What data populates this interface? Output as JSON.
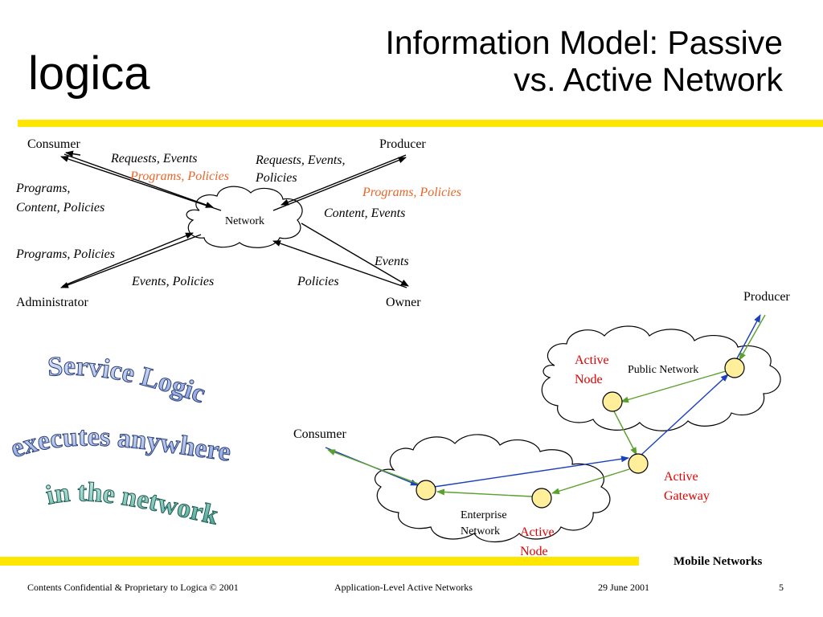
{
  "header": {
    "logo": "logica",
    "title_line1": "Information Model: Passive",
    "title_line2": "vs. Active Network"
  },
  "top_diagram": {
    "consumer": "Consumer",
    "producer": "Producer",
    "administrator": "Administrator",
    "owner": "Owner",
    "network": "Network",
    "req_events_left": "Requests, Events",
    "programs_policies_orange_1": "Programs, Policies",
    "req_events_policies_line1": "Requests, Events,",
    "req_events_policies_line2": "Policies",
    "programs_content_line1": "Programs,",
    "programs_content_line2": "Content, Policies",
    "programs_policies_orange_2": "Programs, Policies",
    "content_events": "Content, Events",
    "programs_policies_left": "Programs, Policies",
    "events": "Events",
    "events_policies": "Events, Policies",
    "policies": "Policies"
  },
  "bottom_diagram": {
    "producer": "Producer",
    "consumer": "Consumer",
    "public_network": "Public Network",
    "enterprise_line1": "Enterprise",
    "enterprise_line2": "Network",
    "active_node_top_line1": "Active",
    "active_node_top_line2": "Node",
    "active_gateway_line1": "Active",
    "active_gateway_line2": "Gateway",
    "active_node_bottom_line1": "Active",
    "active_node_bottom_line2": "Node"
  },
  "wordart": {
    "line1": "Service Logic",
    "line2": "executes anywhere",
    "line3": "in the network"
  },
  "footer": {
    "section": "Mobile Networks",
    "confidential": "Contents Confidential & Proprietary to Logica © 2001",
    "talk": "Application-Level Active Networks",
    "date": "29 June 2001",
    "page": "5"
  },
  "colors": {
    "yellow_bar": "#ffe600",
    "orange_text": "#e8662a",
    "red_text": "#e00000",
    "blue_arrow": "#1a3fbf",
    "green_arrow": "#5aa02c",
    "node_fill": "#ffef9a"
  }
}
